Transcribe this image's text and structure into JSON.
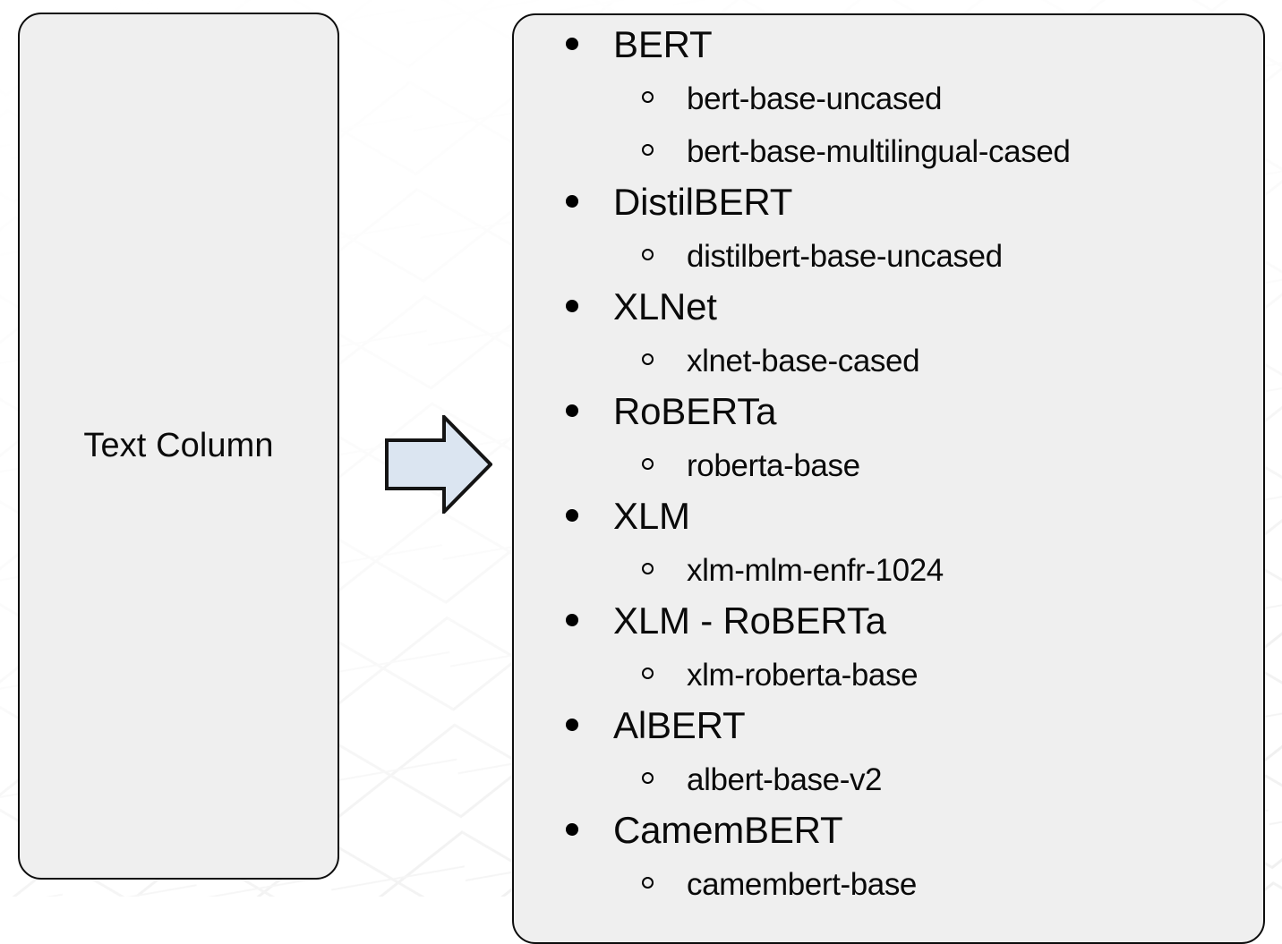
{
  "slide": {
    "background_color": "#ffffff",
    "box_fill_color": "#efefef",
    "box_border_color": "#0d0d0d",
    "arrow_fill_color": "#dbe5f1",
    "arrow_border_color": "#141414",
    "text_color": "#0a0a0a"
  },
  "source_box": {
    "label": "Text Column"
  },
  "arrow": {
    "icon": "right-arrow-icon",
    "direction": "right"
  },
  "models_box": {
    "groups": [
      {
        "name": "BERT",
        "checkpoints": [
          "bert-base-uncased",
          "bert-base-multilingual-cased"
        ]
      },
      {
        "name": "DistilBERT",
        "checkpoints": [
          "distilbert-base-uncased"
        ]
      },
      {
        "name": "XLNet",
        "checkpoints": [
          "xlnet-base-cased"
        ]
      },
      {
        "name": "RoBERTa",
        "checkpoints": [
          "roberta-base"
        ]
      },
      {
        "name": "XLM",
        "checkpoints": [
          "xlm-mlm-enfr-1024"
        ]
      },
      {
        "name": "XLM - RoBERTa",
        "checkpoints": [
          "xlm-roberta-base"
        ]
      },
      {
        "name": "AlBERT",
        "checkpoints": [
          "albert-base-v2"
        ]
      },
      {
        "name": "CamemBERT",
        "checkpoints": [
          "camembert-base"
        ]
      }
    ]
  }
}
